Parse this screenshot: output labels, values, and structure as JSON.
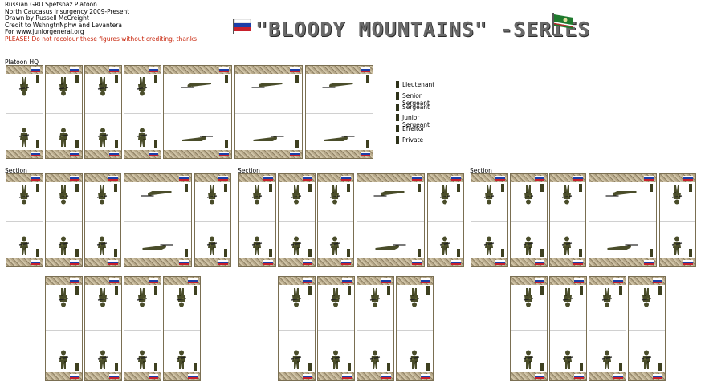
{
  "credits": {
    "line1": "Russian GRU Spetsnaz Platoon",
    "line2": "North Caucasus Insurgency 2009-Present",
    "line3": "Drawn by Russell McCreight",
    "line4": "Credit to WshngtnNphw and Levantera",
    "line5": "For www.juniorgeneral.org",
    "warning": "PLEASE! Do not recolour these figures without crediting, thanks!"
  },
  "title": "\"BLOODY MOUNTAINS\" -SERIES",
  "labels": {
    "hq": "Platoon HQ",
    "section": "Section"
  },
  "legend": [
    "Lieutenant",
    "Senior Sergeant",
    "Sergeant",
    "Junior Sergeant",
    "Efreitor",
    "Private"
  ],
  "colors": {
    "warning": "#c8260c",
    "title": "#6a6a6a",
    "camo": "#4a4d2a",
    "base": "#b7a98a"
  }
}
